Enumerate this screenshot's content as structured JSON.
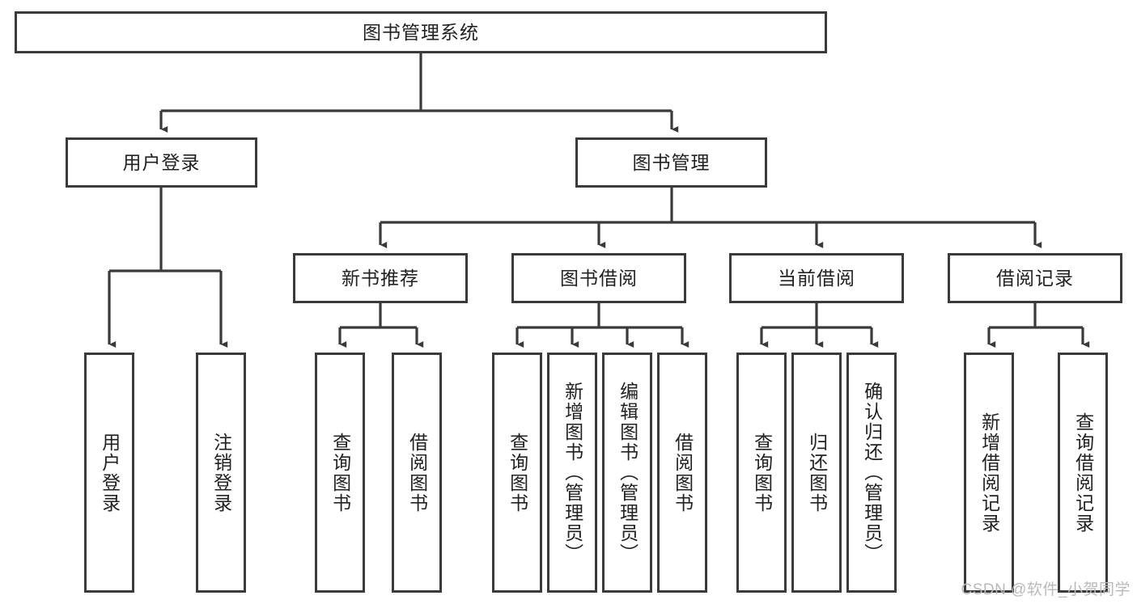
{
  "diagram": {
    "title": "图书管理系统",
    "watermark": "CSDN @软件_小贺同学",
    "root": {
      "id": "root",
      "label": "图书管理系统"
    },
    "level2": [
      {
        "id": "user-login",
        "label": "用户登录"
      },
      {
        "id": "book-manage",
        "label": "图书管理"
      }
    ],
    "level3": [
      {
        "id": "new-book-recommend",
        "label": "新书推荐"
      },
      {
        "id": "book-borrow",
        "label": "图书借阅"
      },
      {
        "id": "current-borrow",
        "label": "当前借阅"
      },
      {
        "id": "borrow-record",
        "label": "借阅记录"
      }
    ],
    "leaves": {
      "user_login": [
        {
          "id": "leaf-user-login",
          "label": "用户登录"
        },
        {
          "id": "leaf-logout-login",
          "label": "注销登录"
        }
      ],
      "new_book_recommend": [
        {
          "id": "leaf-query-book-1",
          "label": "查询图书"
        },
        {
          "id": "leaf-borrow-book-1",
          "label": "借阅图书"
        }
      ],
      "book_borrow": [
        {
          "id": "leaf-query-book-2",
          "label": "查询图书"
        },
        {
          "id": "leaf-add-book",
          "label": "新增图书（管理员）"
        },
        {
          "id": "leaf-edit-book",
          "label": "编辑图书（管理员）"
        },
        {
          "id": "leaf-borrow-book-2",
          "label": "借阅图书"
        }
      ],
      "current_borrow": [
        {
          "id": "leaf-query-book-3",
          "label": "查询图书"
        },
        {
          "id": "leaf-return-book",
          "label": "归还图书"
        },
        {
          "id": "leaf-confirm-return",
          "label": "确认归还（管理员）"
        }
      ],
      "borrow_record": [
        {
          "id": "leaf-add-record",
          "label": "新增借阅记录"
        },
        {
          "id": "leaf-query-record",
          "label": "查询借阅记录"
        }
      ]
    },
    "colors": {
      "border": "#3a3a3a",
      "background": "#ffffff",
      "text": "#212121",
      "watermark": "#b9b9b9"
    }
  }
}
